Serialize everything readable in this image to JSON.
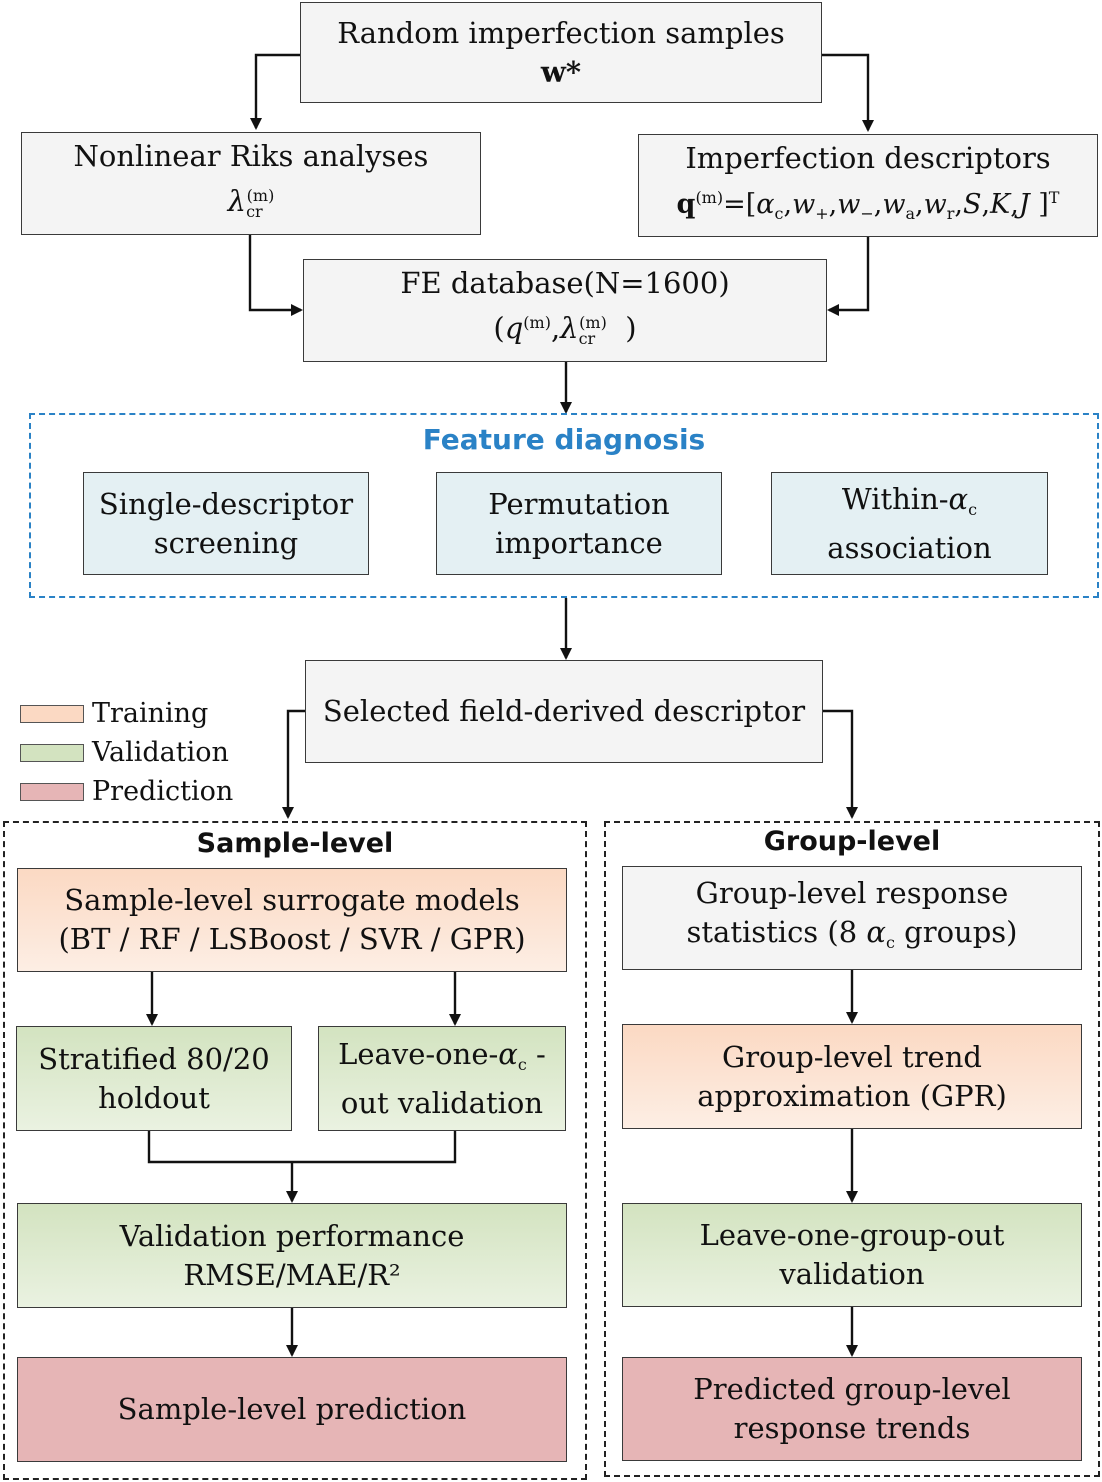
{
  "colors": {
    "grey_box": "#f4f4f4",
    "blue_box": "#e4f0f3",
    "training": "#fbd9c3",
    "validation": "#d3e3c0",
    "prediction": "#e6b5b6",
    "feature_title": "#2a82c6"
  },
  "top": {
    "samples": {
      "line1": "Random imperfection samples",
      "line2": "w*"
    },
    "riks": {
      "line1": "Nonlinear Riks analyses",
      "lambda": "λ",
      "sub": "cr",
      "sup": "(m)"
    },
    "descriptors": {
      "line1": "Imperfection descriptors",
      "q": "q",
      "sup": "(m)",
      "eq": "=[",
      "alpha": "α",
      "alpha_sub": "c",
      "w_plus": "w",
      "w_plus_sub": "+",
      "w_minus": "w",
      "w_minus_sub": "−",
      "w_a": "w",
      "w_a_sub": "a",
      "w_r": "w",
      "w_r_sub": "r",
      "S": "S",
      "K": "K",
      "J": "J",
      "close": "]",
      "T": "T"
    },
    "database": {
      "line1": "FE database(N=1600)",
      "open": "(",
      "q": "q",
      "q_sup": "(m)",
      "lambda": "λ",
      "lambda_sub": "cr",
      "lambda_sup": "(m)",
      "close": ")"
    }
  },
  "feature": {
    "title": "Feature diagnosis",
    "single": {
      "line1": "Single-descriptor",
      "line2": "screening"
    },
    "permutation": {
      "line1": "Permutation",
      "line2": "importance"
    },
    "within": {
      "line1a": "Within-",
      "alpha": "α",
      "alpha_sub": "c",
      "line2": "association"
    }
  },
  "selected": {
    "label": "Selected field-derived descriptor"
  },
  "legend": [
    {
      "label": "Training"
    },
    {
      "label": "Validation"
    },
    {
      "label": "Prediction"
    }
  ],
  "sample_level": {
    "title": "Sample-level",
    "surrogate": {
      "line1": "Sample-level surrogate models",
      "line2": "(BT / RF / LSBoost / SVR / GPR)"
    },
    "holdout": {
      "line1": "Stratified 80/20",
      "line2": "holdout"
    },
    "leave_one": {
      "line1a": "Leave-one-",
      "alpha": "α",
      "alpha_sub": "c",
      "line1b": " -",
      "line2": "out validation"
    },
    "performance": {
      "line1": "Validation performance",
      "line2": "RMSE/MAE/R²"
    },
    "prediction": {
      "line1": "Sample-level prediction"
    }
  },
  "group_level": {
    "title": "Group-level",
    "statistics": {
      "line1": "Group-level response",
      "line2a": "statistics (8  ",
      "alpha": "α",
      "alpha_sub": "c",
      "line2b": " groups)"
    },
    "trend": {
      "line1": "Group-level trend",
      "line2": "approximation  (GPR)"
    },
    "logo": {
      "line1": "Leave-one-group-out",
      "line2": "validation"
    },
    "prediction": {
      "line1": "Predicted group-level",
      "line2": "response trends"
    }
  }
}
